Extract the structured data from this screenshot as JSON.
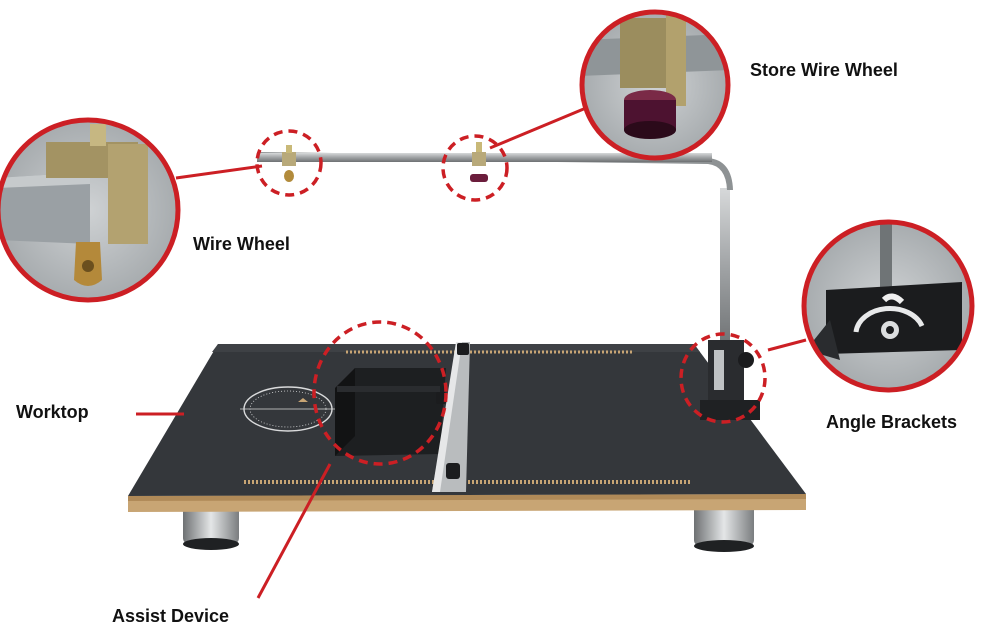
{
  "labels": {
    "store_wire_wheel": "Store Wire Wheel",
    "wire_wheel": "Wire Wheel",
    "worktop": "Worktop",
    "angle_brackets": "Angle Brackets",
    "assist_device": "Assist Device"
  },
  "colors": {
    "callout_red": "#cc1f24",
    "board_top": "#34373b",
    "board_edge": "#c8a574",
    "metal": "#a9acae",
    "text": "#111111"
  }
}
